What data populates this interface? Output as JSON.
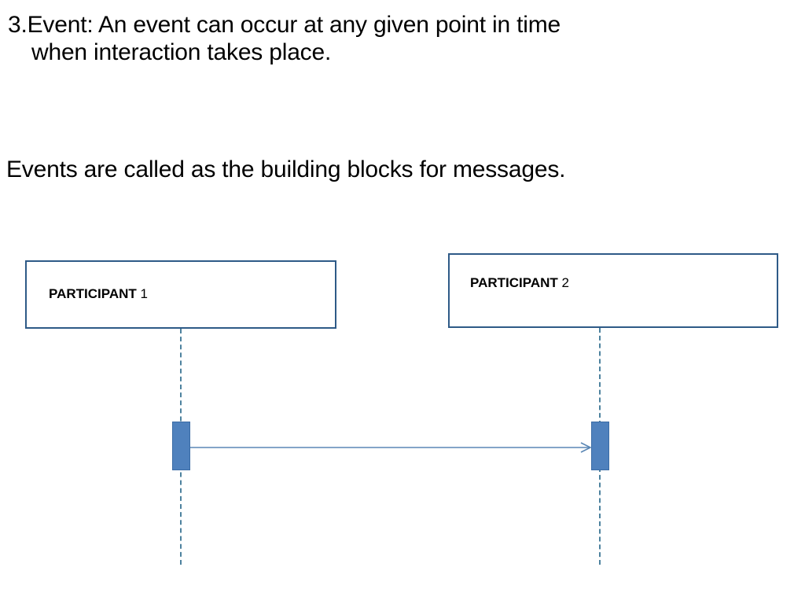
{
  "slide": {
    "bullet": {
      "number": "3.",
      "line1": "Event: An event can occur at any given point in time",
      "line2": "when interaction takes place."
    },
    "paragraph": "Events are called as the building blocks for messages."
  },
  "diagram": {
    "type": "uml-sequence-diagram",
    "participants": [
      {
        "name_bold": "PARTICIPANT",
        "number": " 1"
      },
      {
        "name_bold": "PARTICIPANT",
        "number": " 2"
      }
    ],
    "message": {
      "label": "",
      "from": "PARTICIPANT 1",
      "to": "PARTICIPANT 2",
      "arrow": "solid-open-arrow"
    },
    "colors": {
      "box_border": "#2e5a87",
      "lifeline": "#2e6d8e",
      "activation_fill": "#4f81bd",
      "arrow": "#5b87b5"
    }
  }
}
